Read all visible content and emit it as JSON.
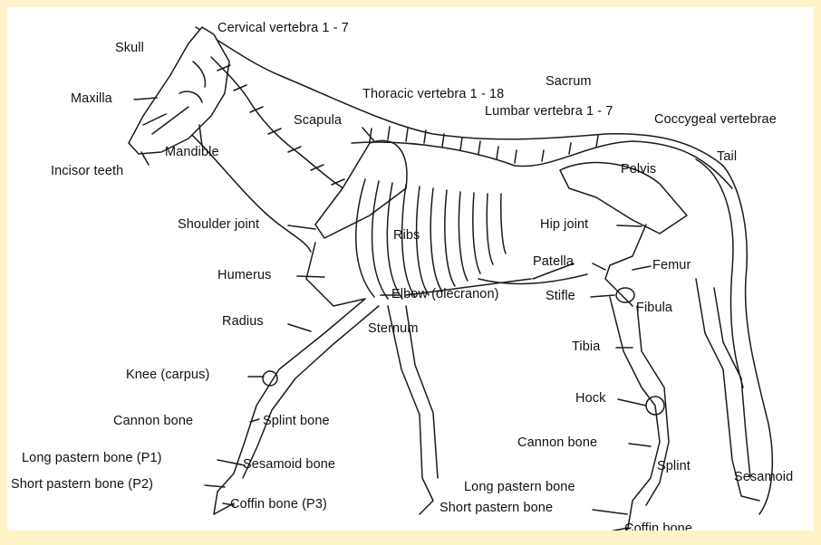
{
  "colors": {
    "background": "#fdf3c6",
    "panel": "#ffffff",
    "ink": "#111111"
  },
  "labels": {
    "cervical": "Cervical vertebra 1 - 7",
    "skull": "Skull",
    "maxilla": "Maxilla",
    "incisor": "Incisor teeth",
    "mandible": "Mandible",
    "scapula": "Scapula",
    "thoracic": "Thoracic vertebra 1 - 18",
    "sacrum": "Sacrum",
    "lumbar": "Lumbar vertebra 1 - 7",
    "coccygeal": "Coccygeal vertebrae",
    "tail": "Tail",
    "pelvis": "Pelvis",
    "shoulder": "Shoulder joint",
    "ribs": "Ribs",
    "hip": "Hip joint",
    "patella": "Patella",
    "femur": "Femur",
    "humerus": "Humerus",
    "elbow": "Elbow (olecranon)",
    "stifle": "Stifle",
    "fibula": "Fibula",
    "radius": "Radius",
    "sternum": "Sternum",
    "tibia": "Tibia",
    "knee": "Knee (carpus)",
    "hock": "Hock",
    "cannon_front": "Cannon bone",
    "splint_bone": "Splint bone",
    "cannon_hind": "Cannon bone",
    "long_pastern_front": "Long pastern bone (P1)",
    "sesamoid_bone": "Sesamoid bone",
    "splint": "Splint",
    "sesamoid": "Sesamoid",
    "short_pastern_front": "Short pastern bone (P2)",
    "long_pastern_hind": "Long pastern bone",
    "coffin_front": "Coffin bone (P3)",
    "short_pastern_hind": "Short pastern bone",
    "coffin_hind": "Coffin bone"
  }
}
